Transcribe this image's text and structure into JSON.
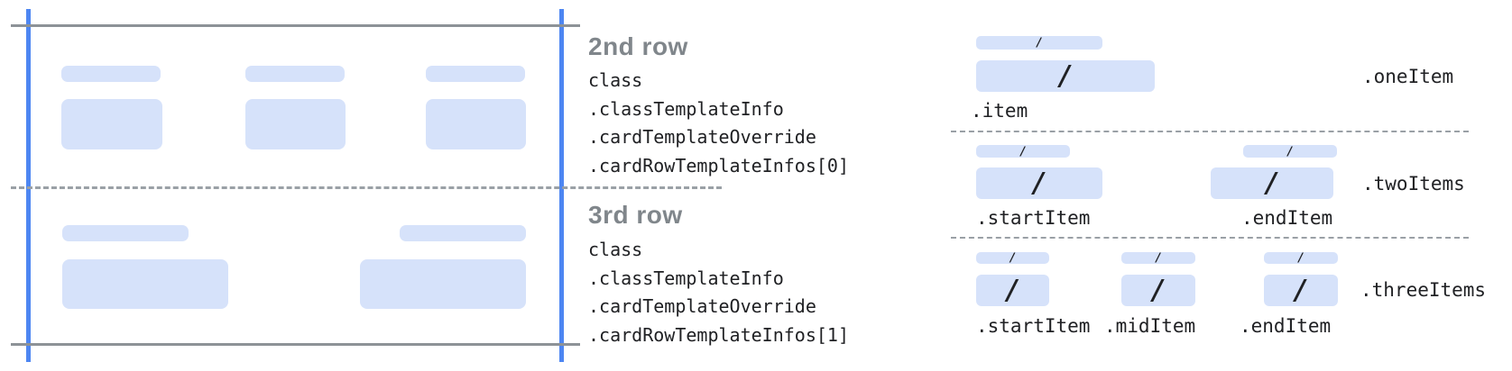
{
  "diagram": {
    "card_rows": [
      {
        "heading": "2nd row",
        "code_lines": [
          "class",
          ".classTemplateInfo",
          ".cardTemplateOverride",
          ".cardRowTemplateInfos[0]"
        ]
      },
      {
        "heading": "3rd row",
        "code_lines": [
          "class",
          ".classTemplateInfo",
          ".cardTemplateOverride",
          ".cardRowTemplateInfos[1]"
        ]
      }
    ],
    "layouts": [
      {
        "name": ".oneItem",
        "item_labels": [
          ".item"
        ]
      },
      {
        "name": ".twoItems",
        "item_labels": [
          ".startItem",
          ".endItem"
        ]
      },
      {
        "name": ".threeItems",
        "item_labels": [
          ".startItem",
          ".midItem",
          ".endItem"
        ]
      }
    ],
    "placeholder_glyph": "/"
  },
  "colors": {
    "placeholder_blue": "#d6e2fa",
    "guide_blue": "#4d86f2",
    "line_gray": "#8d9297",
    "dash_gray": "#9aa0a6",
    "heading_gray": "#80868b",
    "code_dark": "#202124"
  }
}
